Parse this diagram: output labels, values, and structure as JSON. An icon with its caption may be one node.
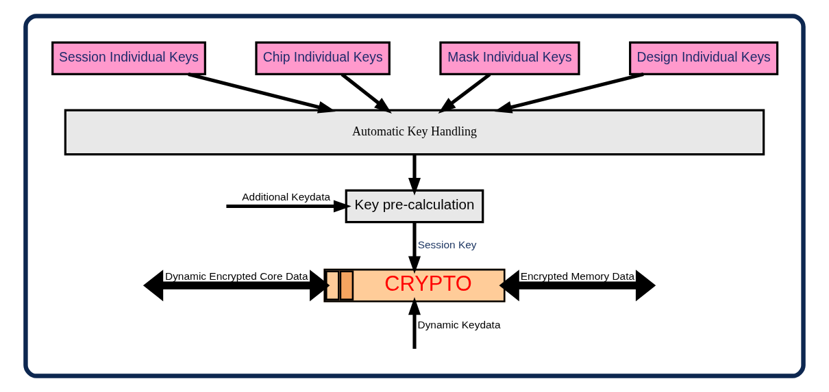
{
  "diagram": {
    "nodes": [
      {
        "text": [],
        "shape": "box"
      },
      {
        "text": [
          "Session Individual Keys"
        ],
        "in": 0
      },
      {
        "text": [
          "Chip Individual Keys"
        ],
        "in": 0
      },
      {
        "text": [
          "Mask Individual Keys"
        ],
        "in": 0
      },
      {
        "text": [
          "Design Individual Keys"
        ],
        "in": 0
      },
      {
        "text": [
          "Automatic Key Handling"
        ],
        "in": 0
      },
      {
        "text": [
          "Key pre-calculation"
        ],
        "in": 0
      },
      {
        "text": [
          "CRYPTO"
        ],
        "in": 0
      }
    ],
    "edges": [
      {
        "from": 1,
        "to": 5,
        "arrow": "to"
      },
      {
        "from": 2,
        "to": 5,
        "arrow": "to"
      },
      {
        "from": 3,
        "to": 5,
        "arrow": "to"
      },
      {
        "from": 4,
        "to": 5,
        "arrow": "to"
      },
      {
        "from": 5,
        "to": 6,
        "arrow": "to"
      },
      {
        "from": null,
        "to": 6,
        "arrow": "to",
        "label": "Additional Keydata"
      },
      {
        "from": 6,
        "to": 7,
        "arrow": "to",
        "label": "Session Key"
      },
      {
        "from": null,
        "to": 7,
        "arrow": "both",
        "label": "Dynamic Encrypted Core Data",
        "style": "thick"
      },
      {
        "from": 7,
        "to": null,
        "arrow": "both",
        "label": "Encrypted Memory Data",
        "style": "thick"
      },
      {
        "from": null,
        "to": 7,
        "arrow": "to",
        "label": "Dynamic Keydata"
      }
    ]
  }
}
